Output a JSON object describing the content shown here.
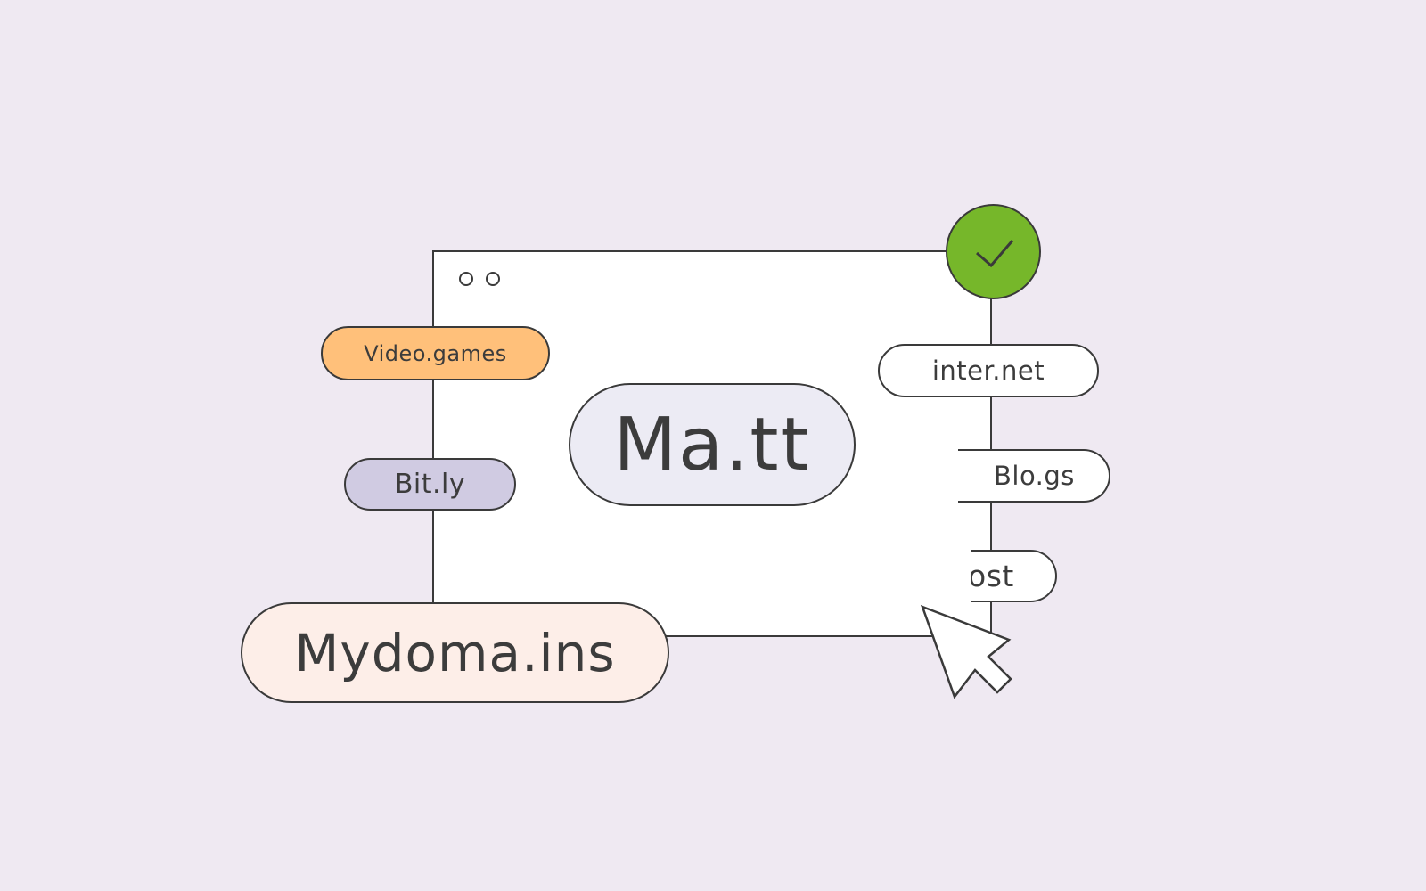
{
  "domains": {
    "video_games": "Video.games",
    "bitly": "Bit.ly",
    "matt": "Ma.tt",
    "mydomains": "Mydoma.ins",
    "internet": "inter.net",
    "blogs": "Blo.gs",
    "partial": "ost"
  },
  "icons": {
    "check": "checkmark-icon",
    "cursor": "mouse-pointer-icon"
  },
  "colors": {
    "background": "#efe9f2",
    "video_games_fill": "#ffc07a",
    "bitly_fill": "#d0cbe2",
    "matt_fill": "#ecebf4",
    "mydomains_fill": "#fdeee8",
    "check_fill": "#76b72a",
    "outline": "#3a3a3a"
  }
}
